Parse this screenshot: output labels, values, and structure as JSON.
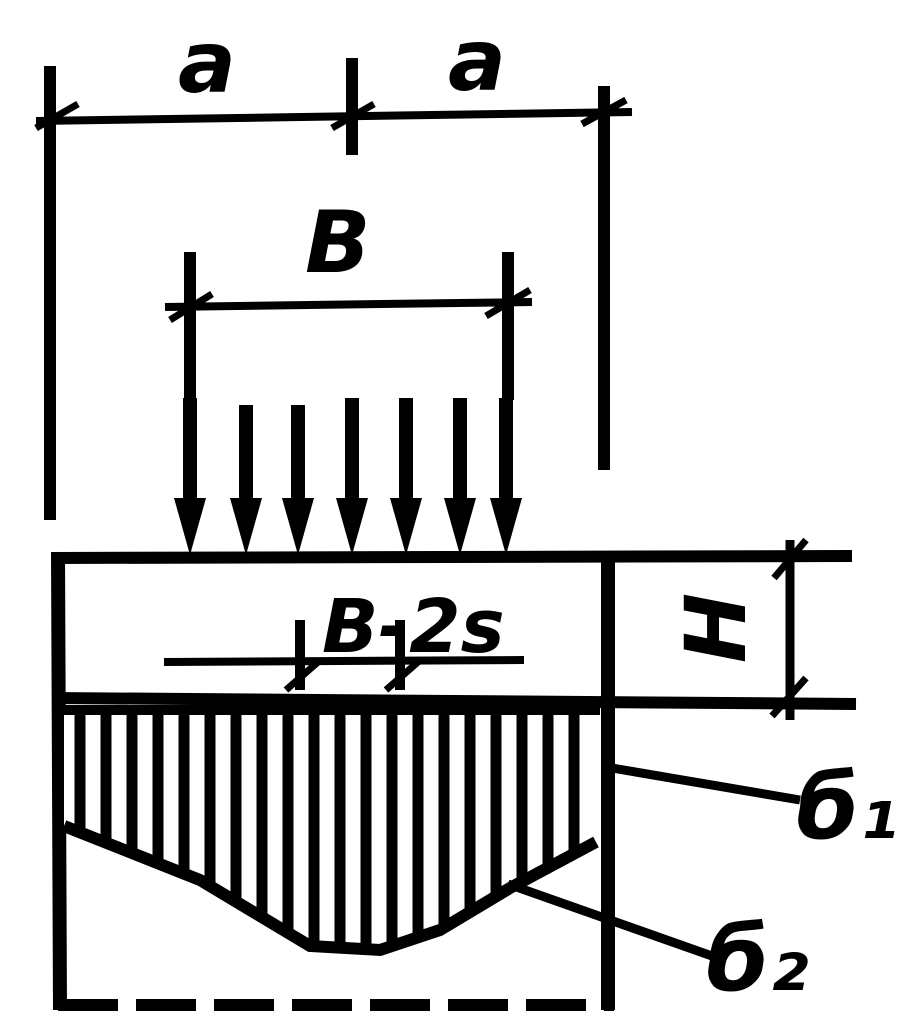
{
  "labels": {
    "dim_a_left": "a",
    "dim_a_right": "a",
    "dim_b": "B",
    "dim_b_minus_2s": "B-2s",
    "dim_h": "H",
    "sigma_1": "б₁",
    "sigma_2": "б₂"
  },
  "colors": {
    "ink": "#000000",
    "paper": "#ffffff"
  }
}
